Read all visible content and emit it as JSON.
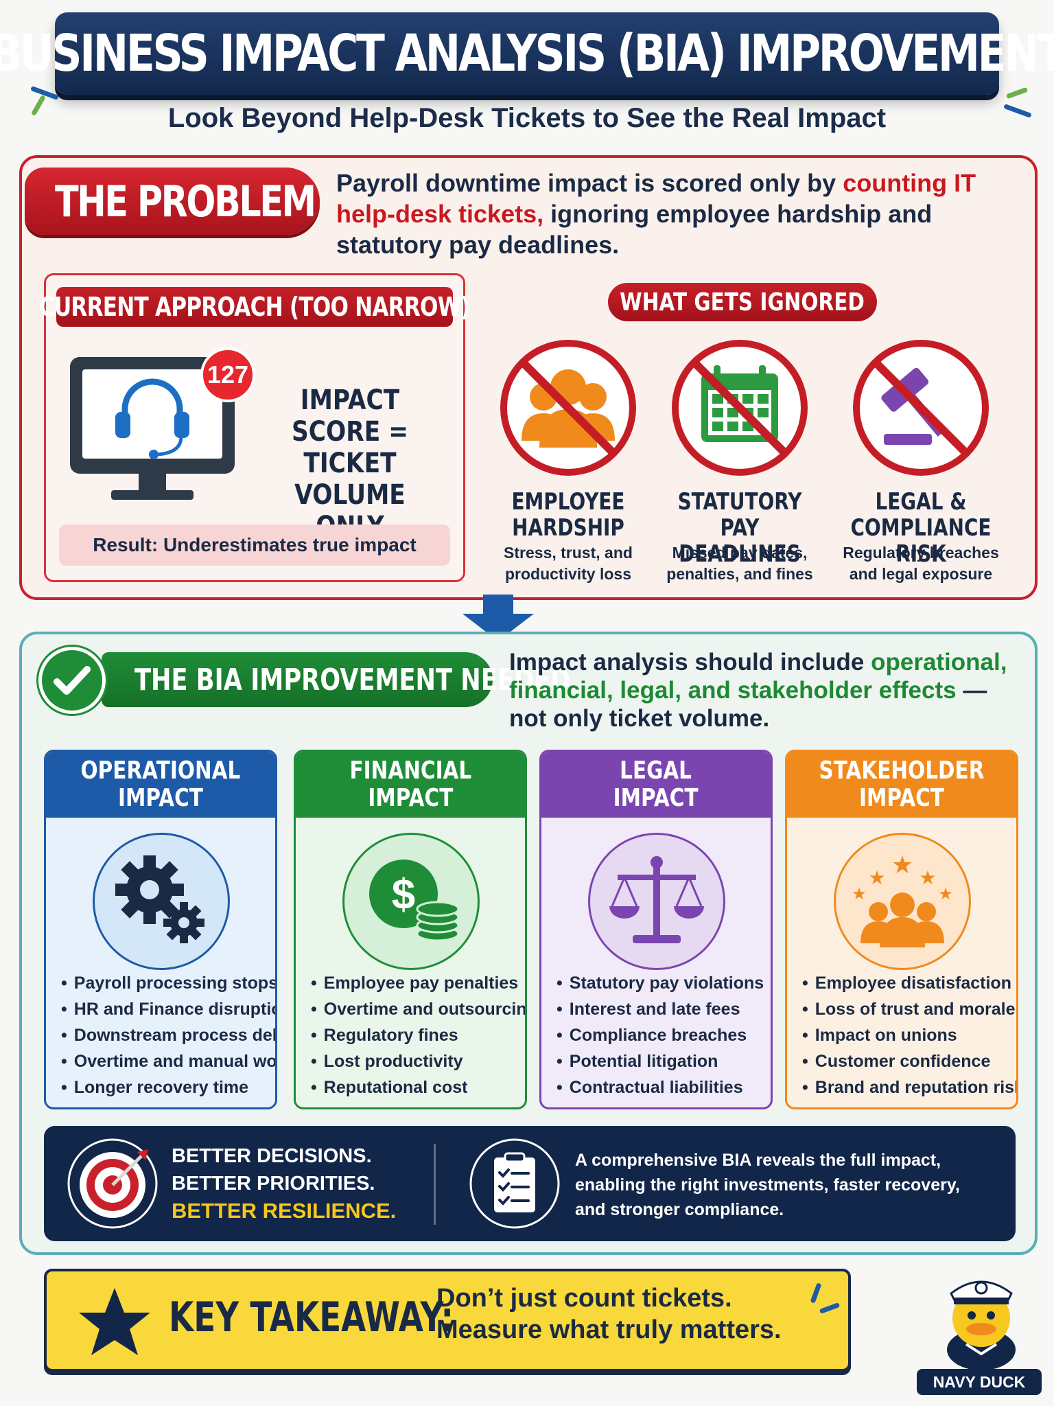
{
  "header": {
    "title": "BUSINESS IMPACT ANALYSIS (BIA) IMPROVEMENT",
    "subtitle": "Look Beyond Help-Desk Tickets to See the Real Impact"
  },
  "problem": {
    "badge": "THE PROBLEM",
    "text_part1": "Payroll downtime impact is scored only by ",
    "text_highlight": "counting IT help-desk tickets,",
    "text_part2": " ignoring employee hardship and statutory pay deadlines.",
    "current": {
      "label": "CURRENT APPROACH (TOO NARROW)",
      "ticket_count": "127",
      "score_line1": "IMPACT SCORE =",
      "score_line2": "TICKET VOLUME",
      "score_line3": "ONLY",
      "result": "Result: Underestimates true impact"
    },
    "ignored": {
      "label": "WHAT GETS IGNORED",
      "items": [
        {
          "title_line1": "EMPLOYEE",
          "title_line2": "HARDSHIP",
          "desc_line1": "Stress, trust, and",
          "desc_line2": "productivity loss"
        },
        {
          "title_line1": "STATUTORY PAY",
          "title_line2": "DEADLINES",
          "desc_line1": "Missed pay dates,",
          "desc_line2": "penalties, and fines"
        },
        {
          "title_line1": "LEGAL &",
          "title_line2": "COMPLIANCE RISK",
          "desc_line1": "Regulatory breaches",
          "desc_line2": "and legal exposure"
        }
      ]
    }
  },
  "improvement": {
    "badge": "THE BIA IMPROVEMENT NEEDED",
    "text_part1": "Impact analysis should include ",
    "text_highlight": "operational, financial, legal, and stakeholder effects",
    "text_part2": " — not only ticket volume.",
    "cards": [
      {
        "title_line1": "OPERATIONAL",
        "title_line2": "IMPACT",
        "bullets": [
          "Payroll processing stops",
          "HR and Finance disruption",
          "Downstream process delays",
          "Overtime and manual work",
          "Longer recovery time"
        ]
      },
      {
        "title_line1": "FINANCIAL",
        "title_line2": "IMPACT",
        "bullets": [
          "Employee pay penalties",
          "Overtime and outsourcing",
          "Regulatory fines",
          "Lost productivity",
          "Reputational cost"
        ]
      },
      {
        "title_line1": "LEGAL",
        "title_line2": "IMPACT",
        "bullets": [
          "Statutory pay violations",
          "Interest and late fees",
          "Compliance breaches",
          "Potential litigation",
          "Contractual liabilities"
        ]
      },
      {
        "title_line1": "STAKEHOLDER",
        "title_line2": "IMPACT",
        "bullets": [
          "Employee disatisfaction",
          "Loss of trust and morale",
          "Impact on unions",
          "Customer confidence",
          "Brand and reputation risk"
        ]
      }
    ],
    "bottom": {
      "line1": "BETTER DECISIONS.",
      "line2": "BETTER PRIORITIES.",
      "line3": "BETTER RESILIENCE.",
      "summary_line1": "A comprehensive BIA reveals the full impact,",
      "summary_line2": "enabling the right investments, faster recovery,",
      "summary_line3": "and stronger compliance."
    }
  },
  "takeaway": {
    "label": "KEY TAKEAWAY:",
    "line1": "Don’t just count tickets.",
    "line2": "Measure what truly matters."
  },
  "mascot": {
    "label": "NAVY DUCK"
  },
  "colors": {
    "navy": "#12264a",
    "red": "#c9212b",
    "green": "#1f8d37",
    "blue": "#1d5aa8",
    "purple": "#7b45b0",
    "orange": "#f08a1c",
    "yellow": "#f8d83a"
  },
  "icons": [
    "headset-icon",
    "monitor-icon",
    "people-icon",
    "calendar-icon",
    "gavel-icon",
    "gears-icon",
    "dollar-coins-icon",
    "scales-icon",
    "stars-people-icon",
    "target-icon",
    "checklist-icon",
    "star-icon",
    "check-icon",
    "down-arrow-icon"
  ]
}
